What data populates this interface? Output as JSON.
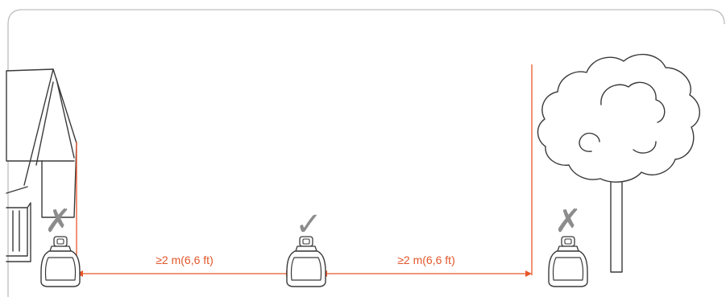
{
  "diagram": {
    "measurements": [
      {
        "label": "≥2 m(6,6 ft)"
      },
      {
        "label": "≥2 m(6,6 ft)"
      }
    ],
    "placements": [
      {
        "position": "near-house",
        "status": "incorrect",
        "mark": "✗",
        "mark_icon": "cross-icon"
      },
      {
        "position": "middle",
        "status": "correct",
        "mark": "✓",
        "mark_icon": "check-icon"
      },
      {
        "position": "near-tree",
        "status": "incorrect",
        "mark": "✗",
        "mark_icon": "cross-icon"
      }
    ],
    "colors": {
      "dimension_line": "#e8572a",
      "mark": "#8c8c8c",
      "outline": "#3a3a3a",
      "frame": "#bdbdbd"
    }
  }
}
